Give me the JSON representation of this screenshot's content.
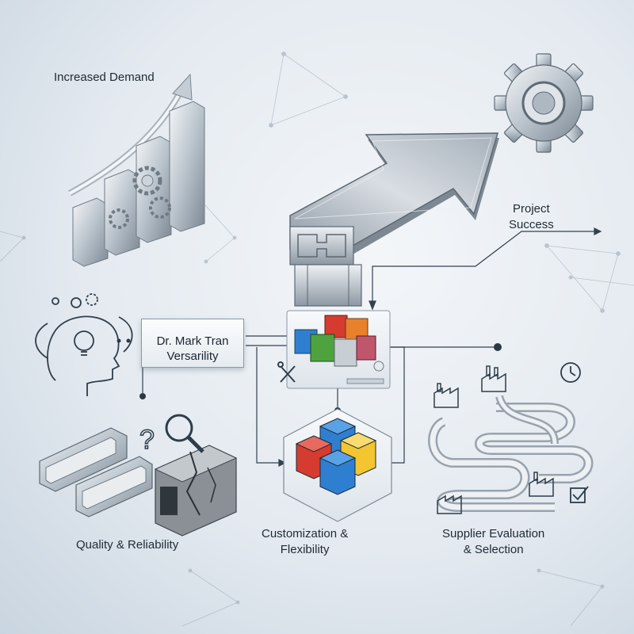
{
  "labels": {
    "increased_demand": "Increased Demand",
    "project_success_1": "Project",
    "project_success_2": "Success",
    "quality": "Quality & Reliability",
    "custom_1": "Customization &",
    "custom_2": "Flexibility",
    "supplier_1": "Supplier Evaluation",
    "supplier_2": "& Selection"
  },
  "center_card": {
    "name": "Dr. Mark Tran",
    "subtitle": "Versarility"
  },
  "icons": [
    "bar-chart-icon",
    "gear-icon",
    "arrow-icon",
    "head-lightbulb-icon",
    "question-mark-icon",
    "magnifier-icon",
    "aluminum-profile-icon",
    "cube-cluster-icon",
    "tools-icon",
    "factory-icon",
    "clock-icon",
    "checkbox-icon"
  ],
  "colors": {
    "cube_red": "#d63b2f",
    "cube_blue": "#2f7fd1",
    "cube_green": "#4ea33f",
    "cube_yellow": "#f2c531",
    "cube_orange": "#e8802c",
    "metal": "#b9c3cc"
  }
}
